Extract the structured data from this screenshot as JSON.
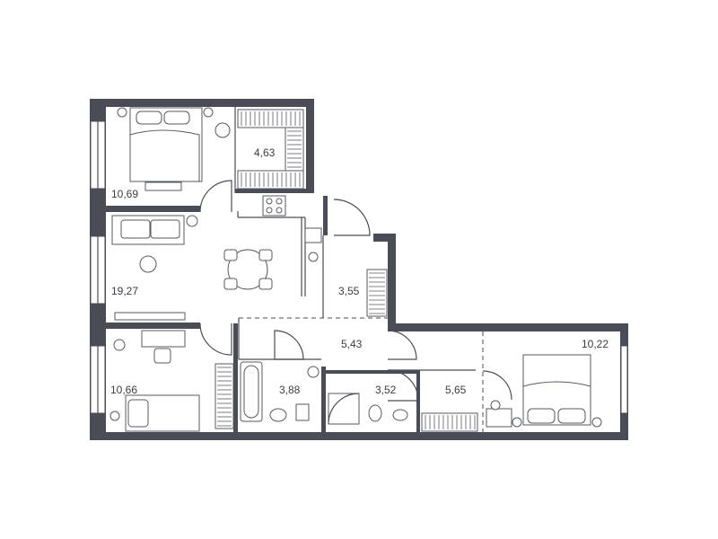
{
  "floor_plan": {
    "rooms": [
      {
        "id": "bedroom-top-left",
        "area": "10,69"
      },
      {
        "id": "walk-in-closet",
        "area": "4,63"
      },
      {
        "id": "living-kitchen",
        "area": "19,27"
      },
      {
        "id": "storage",
        "area": "3,55"
      },
      {
        "id": "hallway",
        "area": "5,43"
      },
      {
        "id": "bedroom-bottom-left",
        "area": "10,66"
      },
      {
        "id": "bathroom",
        "area": "3,88"
      },
      {
        "id": "shower-room",
        "area": "3,52"
      },
      {
        "id": "corridor",
        "area": "5,65"
      },
      {
        "id": "bedroom-right",
        "area": "10,22"
      }
    ]
  }
}
